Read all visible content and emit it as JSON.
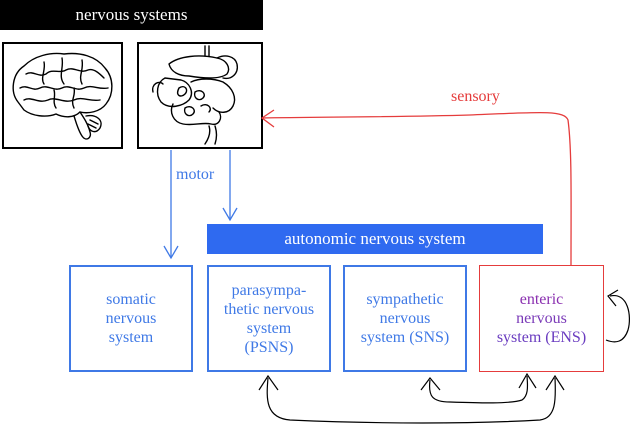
{
  "header": {
    "title": "nervous systems"
  },
  "images": {
    "brain_icon": "brain-icon",
    "gut_icon": "digestive-tract-icon"
  },
  "labels": {
    "motor": "motor",
    "sensory": "sensory"
  },
  "autonomic": {
    "title": "autonomic nervous system"
  },
  "boxes": {
    "somatic": [
      "somatic",
      "nervous",
      "system"
    ],
    "parasympathetic": [
      "parasympa-",
      "thetic nervous",
      "system",
      "(PSNS)"
    ],
    "sympathetic": [
      "sympathetic",
      "nervous",
      "system (SNS)"
    ],
    "enteric": [
      "enteric",
      "nervous",
      "system (ENS)"
    ]
  },
  "colors": {
    "blue": "#3f79e6",
    "bar_blue": "#2f6af0",
    "red": "#e53c3c",
    "black": "#000000"
  }
}
